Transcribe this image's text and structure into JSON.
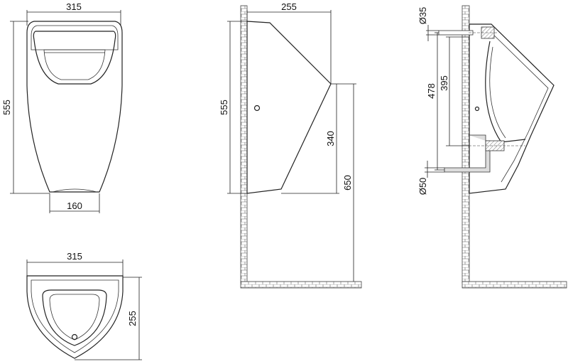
{
  "front_view": {
    "width_label": "315",
    "height_label": "555",
    "bottom_width_label": "160"
  },
  "top_view": {
    "width_label": "315",
    "depth_label": "255"
  },
  "side_view": {
    "depth_label": "255",
    "height_label": "555",
    "lower_height_label": "340",
    "mount_height_label": "650"
  },
  "section_view": {
    "inlet_diameter_label": "Ø35",
    "outlet_diameter_label": "Ø50",
    "inlet_to_outlet_label": "395",
    "overall_pipe_label": "478"
  }
}
